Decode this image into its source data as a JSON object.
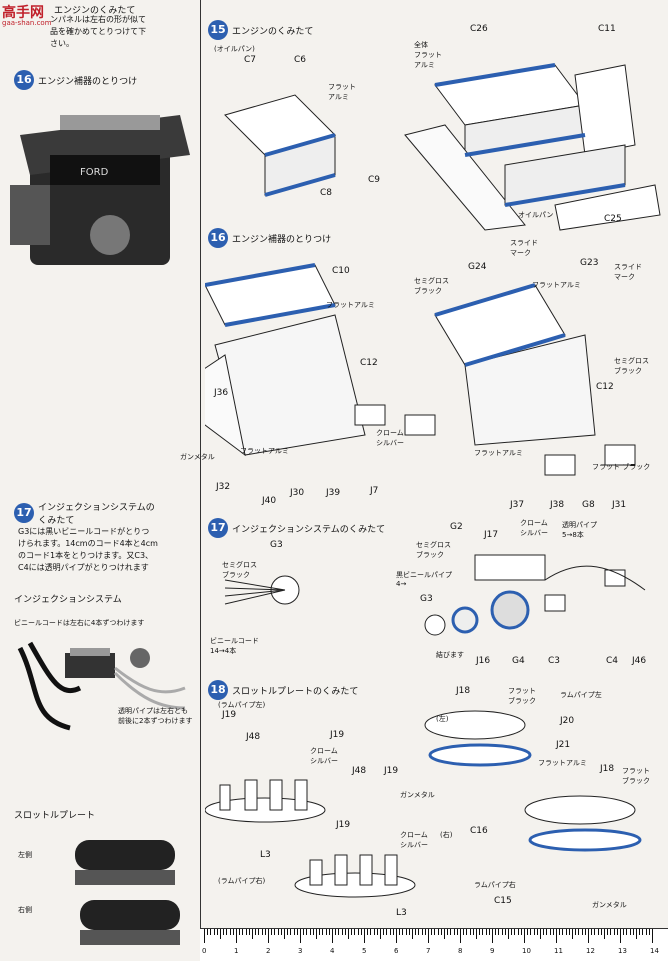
{
  "logo": {
    "text": "高手网",
    "sub": "gaa-shan.com"
  },
  "left": {
    "top_note_title": "エンジンのくみたて",
    "top_note_text": "ンパネルは左右の形が似て\n品を確かめてとりつけて下\nさい。",
    "s16_title": "エンジン補器のとりつけ",
    "s17_title": "インジェクションシステムの\nくみたて",
    "s17_text": "G3には黒いビニールコードがとりつ\nけられます。14cmのコード4本と4cm\nのコード1本をとりつけます。又C3、\nC4には透明パイプがとりつけれます",
    "inj_title": "インジェクションシステム",
    "inj_note1": "ビニールコードは左右に4本ずつわけます",
    "inj_note2": "透明パイプは左右とも\n前後に2本ずつわけます",
    "throttle_title": "スロットルプレート",
    "left_side": "左側",
    "right_side": "右側"
  },
  "s15": {
    "num": "15",
    "title": "エンジンのくみたて",
    "oilpan": "(オイルパン)",
    "labels": {
      "c7": "C7",
      "c6": "C6",
      "c8": "C8",
      "c26": "C26",
      "c11": "C11",
      "c9": "C9",
      "c25": "C25",
      "flat_al": "フラット\nアルミ",
      "body_flat_al": "全体\nフラット\nアルミ",
      "oilpan2": "オイルパン"
    }
  },
  "s16": {
    "num": "16",
    "title": "エンジン補器のとりつけ",
    "labels": {
      "c10": "C10",
      "g24": "G24",
      "g23": "G23",
      "c12a": "C12",
      "c12b": "C12",
      "j36": "J36",
      "j32": "J32",
      "j40": "J40",
      "j30": "J30",
      "j39": "J39",
      "j7": "J7",
      "j37": "J37",
      "j38": "J38",
      "g8": "G8",
      "j31": "J31",
      "flat_al": "フラットアルミ",
      "semigloss_black": "セミグロス\nブラック",
      "gunmetal": "ガンメタル",
      "chrome_silver": "クローム\nシルバー",
      "slide_mark": "スライド\nマーク",
      "flat_black": "フラット\nブラック"
    }
  },
  "s17": {
    "num": "17",
    "title": "インジェクションシステムのくみたて",
    "labels": {
      "g3a": "G3",
      "g3b": "G3",
      "g2": "G2",
      "j17": "J17",
      "j16": "J16",
      "g4": "G4",
      "c3": "C3",
      "c4": "C4",
      "j46": "J46",
      "semigloss_black": "セミグロス\nブラック",
      "chrome_silver": "クローム\nシルバー",
      "clear_pipe": "透明パイプ\n5→8本",
      "black_vinyl": "黒ビニールパイプ\n4→",
      "vinyl_cord": "ビニールコード\n14→4本",
      "tie": "結びます"
    }
  },
  "s18": {
    "num": "18",
    "title": "スロットルプレートのくみたて",
    "labels": {
      "left_ram": "(ラムパイプ左)",
      "right_ram": "(ラムパイプ右)",
      "left": "(左)",
      "right": "(右)",
      "j18a": "J18",
      "j18b": "J18",
      "j19a": "J19",
      "j19b": "J19",
      "j19c": "J19",
      "j19d": "J19",
      "j48a": "J48",
      "j48b": "J48",
      "j20": "J20",
      "j21": "J21",
      "l3a": "L3",
      "l3b": "L3",
      "c16": "C16",
      "c15": "C15",
      "ram_left": "ラムパイプ左",
      "ram_right": "ラムパイプ右",
      "chrome_silver": "クローム\nシルバー",
      "gunmetal": "ガンメタル",
      "flat_black": "フラット\nブラック"
    }
  },
  "ruler": {
    "numbers": [
      "0",
      "1",
      "2",
      "3",
      "4",
      "5",
      "6",
      "7",
      "8",
      "9",
      "10",
      "11",
      "12",
      "13",
      "14"
    ]
  },
  "colors": {
    "accent": "#2c5fb0",
    "line": "#222222",
    "bg": "#f4f2ee"
  }
}
